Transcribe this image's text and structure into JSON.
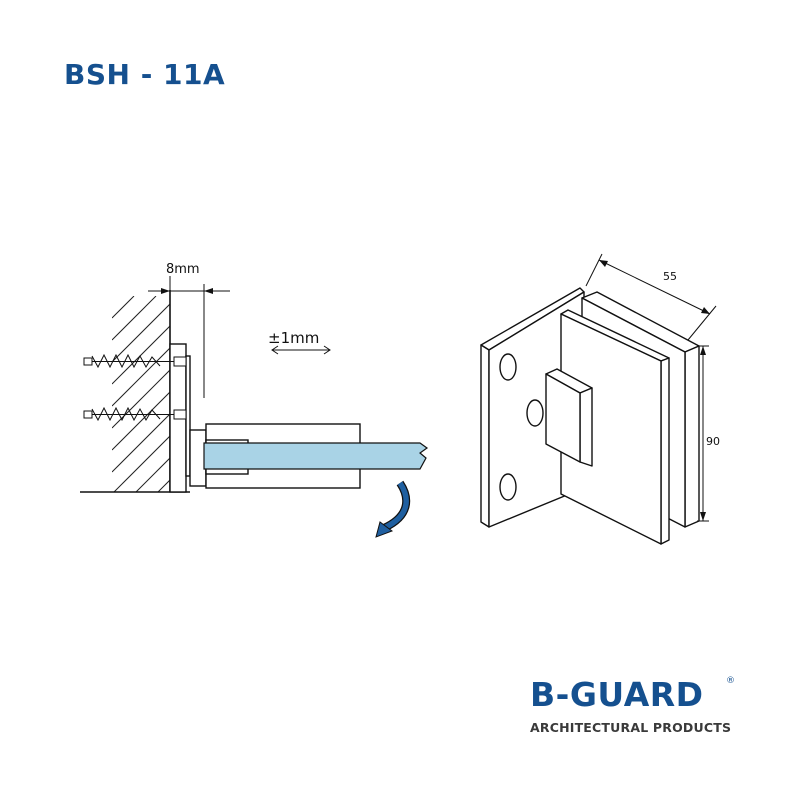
{
  "title": "BSH - 11A",
  "dimensions": {
    "offset": "8mm",
    "adjust": "±1mm",
    "width": "55",
    "height": "90"
  },
  "logo": {
    "brand": "B-GUARD",
    "registered": "®",
    "tagline": "ARCHITECTURAL PRODUCTS"
  },
  "colors": {
    "brand": "#15508f",
    "glass": "#a9d3e6",
    "arrow": "#1f5fa0"
  }
}
